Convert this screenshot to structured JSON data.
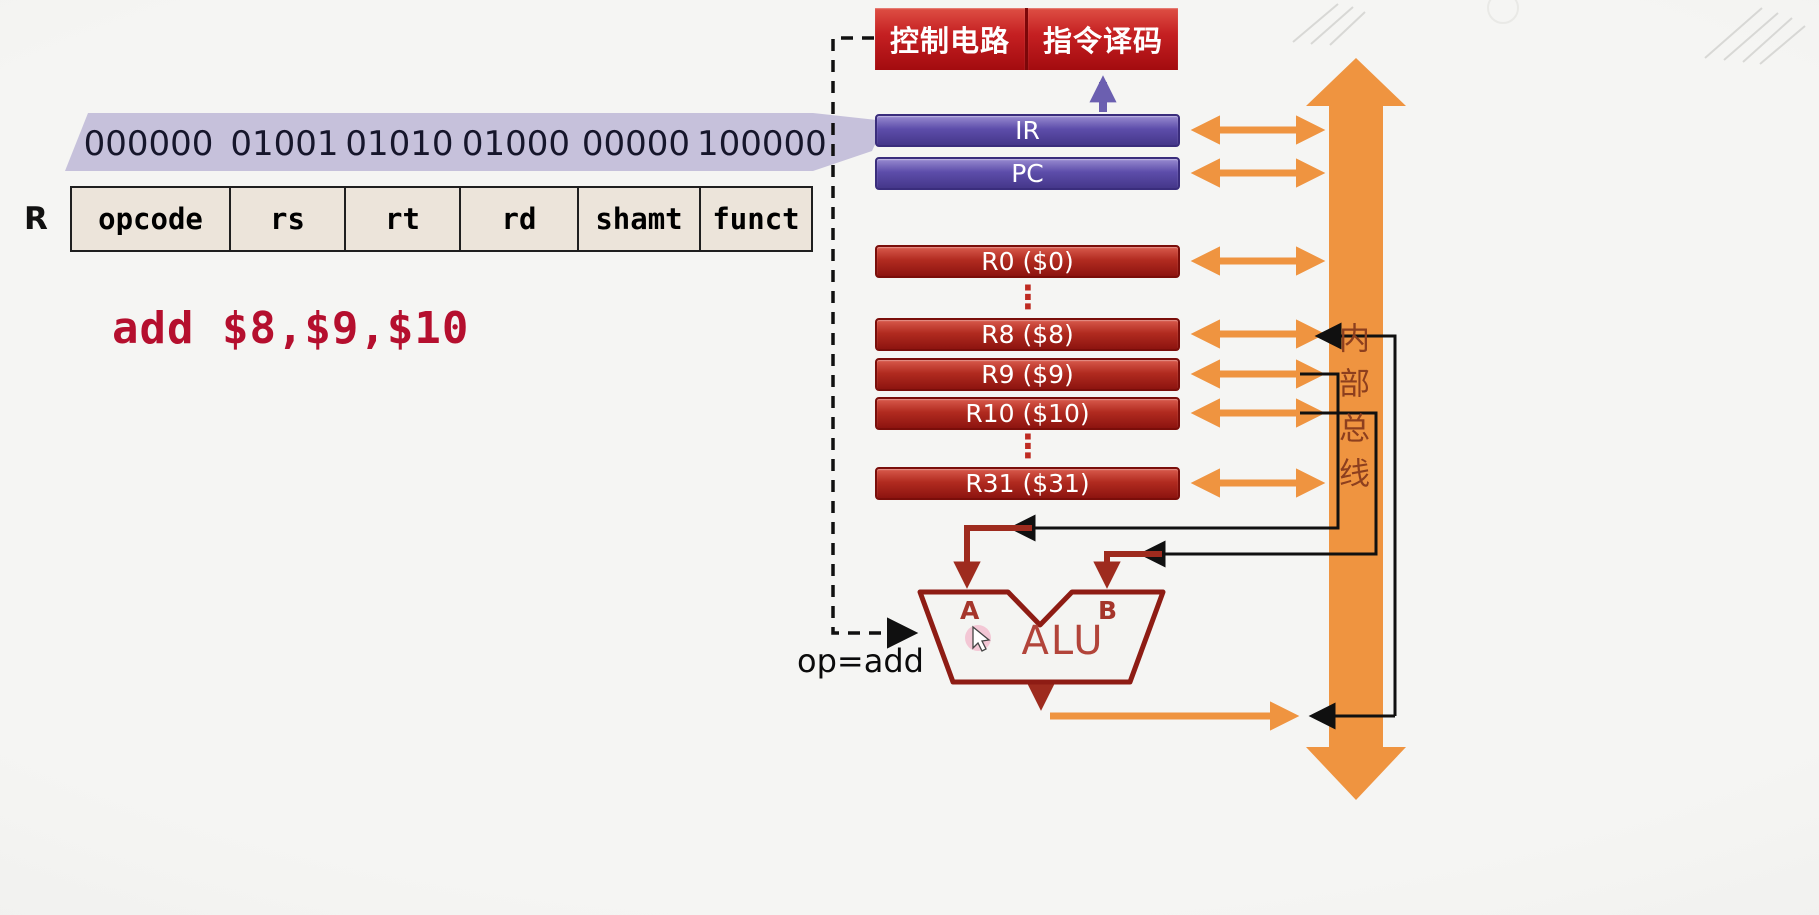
{
  "encoding": {
    "format_label": "R",
    "fields": [
      {
        "bits": "000000",
        "name": "opcode"
      },
      {
        "bits": "01001",
        "name": "rs"
      },
      {
        "bits": "01010",
        "name": "rt"
      },
      {
        "bits": "01000",
        "name": "rd"
      },
      {
        "bits": "00000",
        "name": "shamt"
      },
      {
        "bits": "100000",
        "name": "funct"
      }
    ],
    "assembly": "add $8,$9,$10"
  },
  "control_unit": {
    "control_circuit": "控制电路",
    "decode": "指令译码"
  },
  "datapath": {
    "ir": "IR",
    "pc": "PC",
    "registers": [
      "R0 ($0)",
      "R8 ($8)",
      "R9 ($9)",
      "R10 ($10)",
      "R31 ($31)"
    ],
    "ellipsis": "⋮",
    "bus_label": "内部总线",
    "alu": {
      "label": "ALU",
      "input_a": "A",
      "input_b": "B",
      "op": "op=add"
    }
  },
  "colors": {
    "bus_orange": "#ef9440",
    "register_red": "#b12b20",
    "purple": "#5d4daa",
    "control_red": "#c52022",
    "band_lavender": "#c6c1db",
    "dark_red_arrow": "#9e2b1e",
    "assembly_red": "#b50f2e"
  }
}
